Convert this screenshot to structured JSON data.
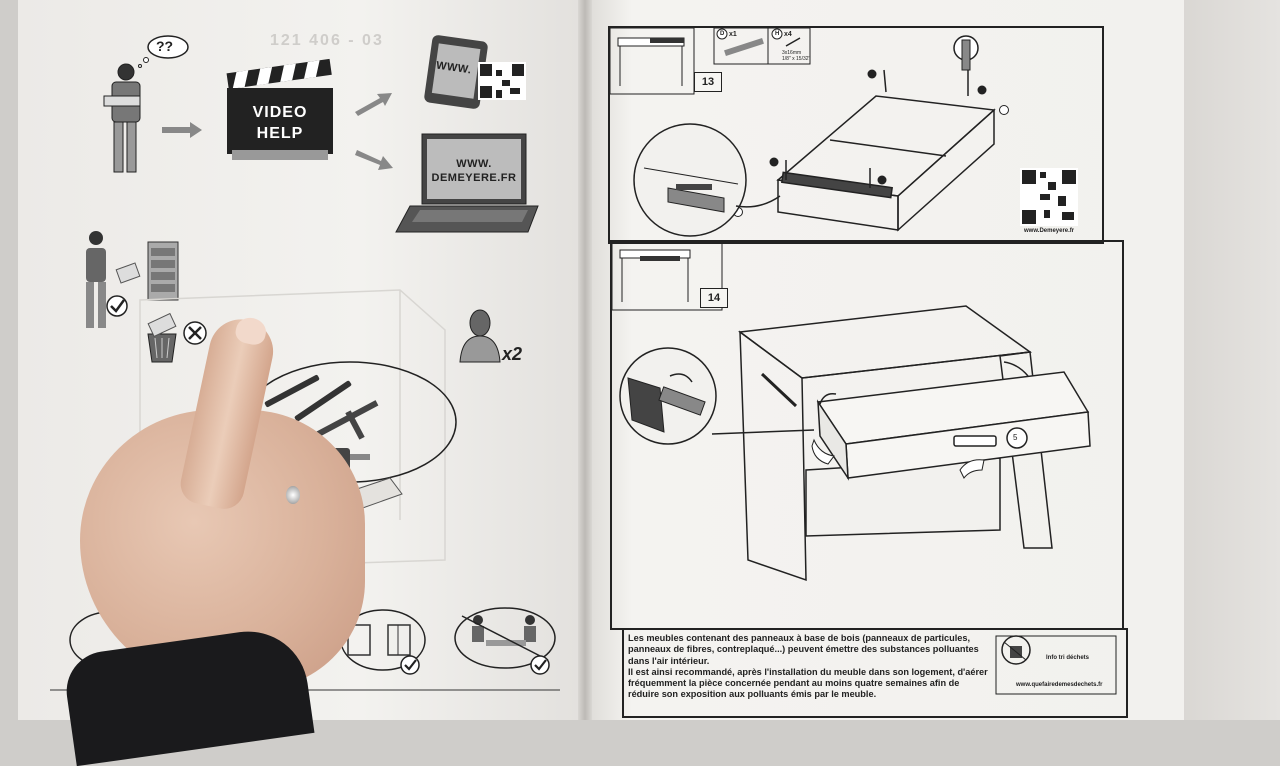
{
  "left_page": {
    "bubble_text": "??",
    "ghost_code": "121 406 - 03",
    "clapper": {
      "line1": "VIDEO",
      "line2": "HELP"
    },
    "phone_text": "WWW.",
    "laptop": {
      "line1": "WWW.",
      "line2": "DEMEYERE.FR"
    },
    "helpers_count": "x2"
  },
  "right_page": {
    "step13": {
      "number": "13",
      "parts": [
        {
          "letter": "D",
          "qty": "x1"
        },
        {
          "letter": "H",
          "qty": "x4"
        }
      ],
      "screw_size": "3x16mm",
      "screw_size_in": "1/8\" x 15/32\"",
      "website": "www.Demeyere.fr"
    },
    "step14": {
      "number": "14",
      "drawer_part": "5"
    },
    "notice": {
      "paragraph1": "Les meubles contenant des panneaux à base de bois (panneaux de particules, panneaux de fibres, contreplaqué...) peuvent émettre des substances polluantes dans l'air intérieur.",
      "paragraph2": "Il est ainsi recommandé, après l'installation du meuble dans son logement, d'aérer fréquemment la pièce concernée pendant au moins quatre semaines afin de réduire son exposition aux polluants émis par le meuble."
    },
    "recycling": {
      "label": "Info tri déchets",
      "website": "www.quefairedemesdechets.fr"
    }
  },
  "colors": {
    "ink": "#222222",
    "paper": "#f3f2ef",
    "skin": "#dcb49d",
    "sleeve": "#1a1a1c"
  }
}
